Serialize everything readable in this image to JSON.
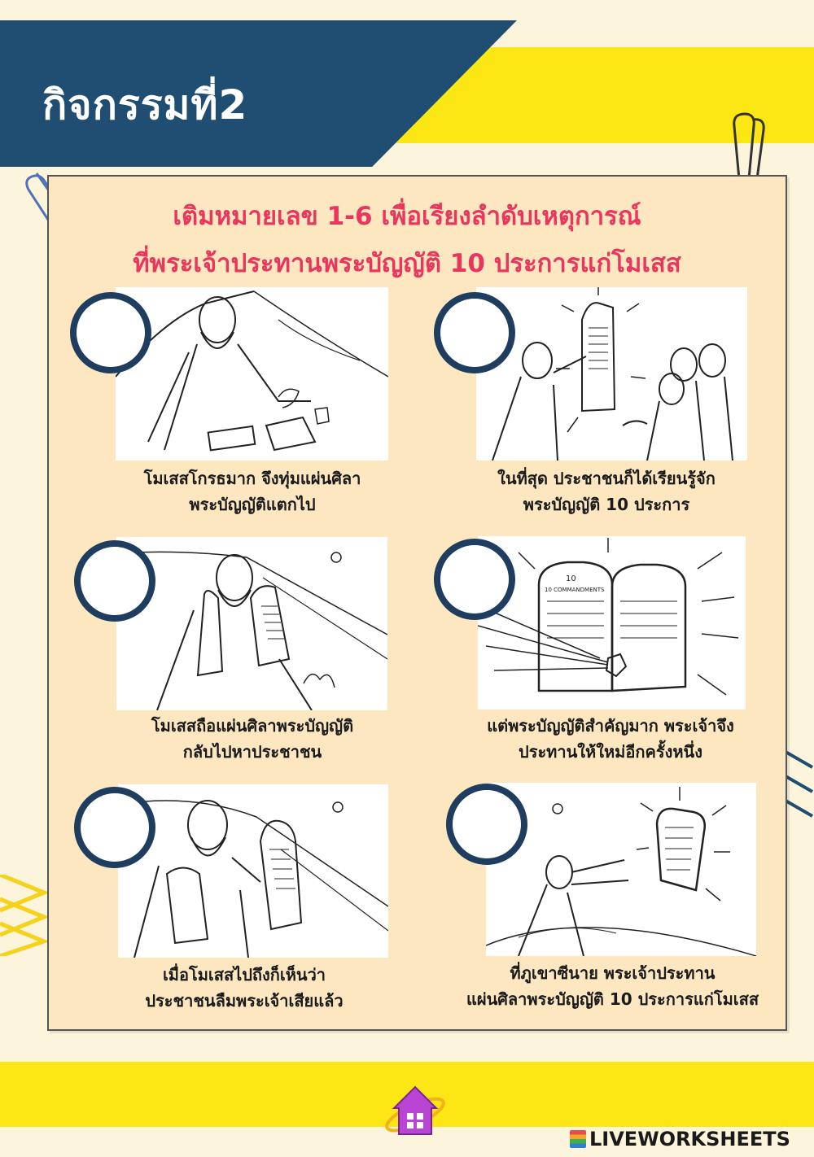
{
  "title": "กิจกรรมที่2",
  "instruction": {
    "line1": "เติมหมายเลข 1-6 เพื่อเรียงลำดับเหตุการณ์",
    "line2": "ที่พระเจ้าประทานพระบัญญัติ 10 ประการแก่โมเสส"
  },
  "panels": [
    {
      "caption_line1": "โมเสสโกรธมาก จึงทุ่มแผ่นศิลา",
      "caption_line2": "พระบัญญัติแตกไป",
      "answer": ""
    },
    {
      "caption_line1": "ในที่สุด ประชาชนก็ได้เรียนรู้จัก",
      "caption_line2": "พระบัญญัติ 10 ประการ",
      "answer": ""
    },
    {
      "caption_line1": "โมเสสถือแผ่นศิลาพระบัญญัติ",
      "caption_line2": "กลับไปหาประชาชน",
      "answer": ""
    },
    {
      "caption_line1": "แต่พระบัญญัติสำคัญมาก พระเจ้าจึง",
      "caption_line2": "ประทานให้ใหม่อีกครั้งหนึ่ง",
      "answer": ""
    },
    {
      "caption_line1": "เมื่อโมเสสไปถึงก็เห็นว่า",
      "caption_line2": "ประชาชนลืมพระเจ้าเสียแล้ว",
      "answer": ""
    },
    {
      "caption_line1": "ที่ภูเขาซีนาย พระเจ้าประทาน",
      "caption_line2": "แผ่นศิลาพระบัญญัติ 10 ประการแก่โมเสส",
      "answer": ""
    }
  ],
  "tablet_heading": "10 COMMANDMENTS",
  "footer": {
    "brand": "LIVEWORKSHEETS"
  },
  "colors": {
    "banner": "#1f4e72",
    "yellow": "#fce715",
    "board": "#fde7c1",
    "instruction": "#e8365d",
    "circle_border": "#1f3e5f"
  }
}
